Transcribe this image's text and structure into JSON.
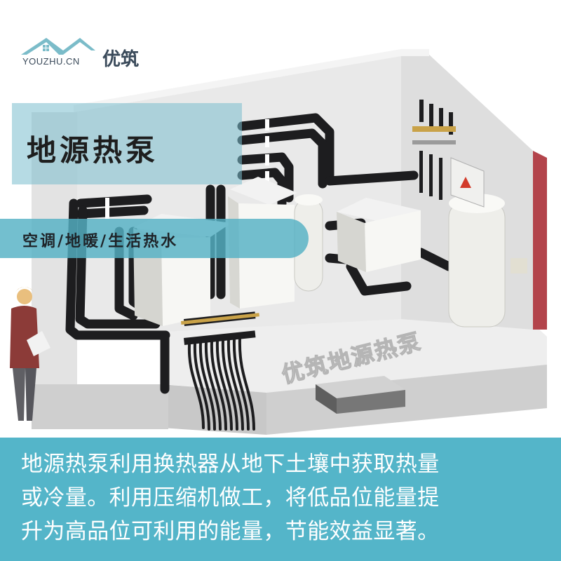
{
  "logo": {
    "url_text": "YOUZHU.CN",
    "brand": "优筑",
    "color": "#3a4a5a"
  },
  "title": "地源热泵",
  "subtitle": "空调/地暖/生活热水",
  "floor_label": "优筑地源热泵",
  "description_lines": [
    "地源热泵利用换热器从地下土壤中获取热量",
    "或冷量。利用压缩机做工，将低品位能量提",
    "升为高品位可利用的能量，节能效益显著。"
  ],
  "colors": {
    "accent": "#54b5c9",
    "pipe": "#1d1d1f",
    "wall": "#e2e2e2",
    "wall_red": "#b3444b"
  },
  "icons": [
    "house-roof-logo-icon",
    "warning-triangle-icon",
    "person-figure"
  ]
}
